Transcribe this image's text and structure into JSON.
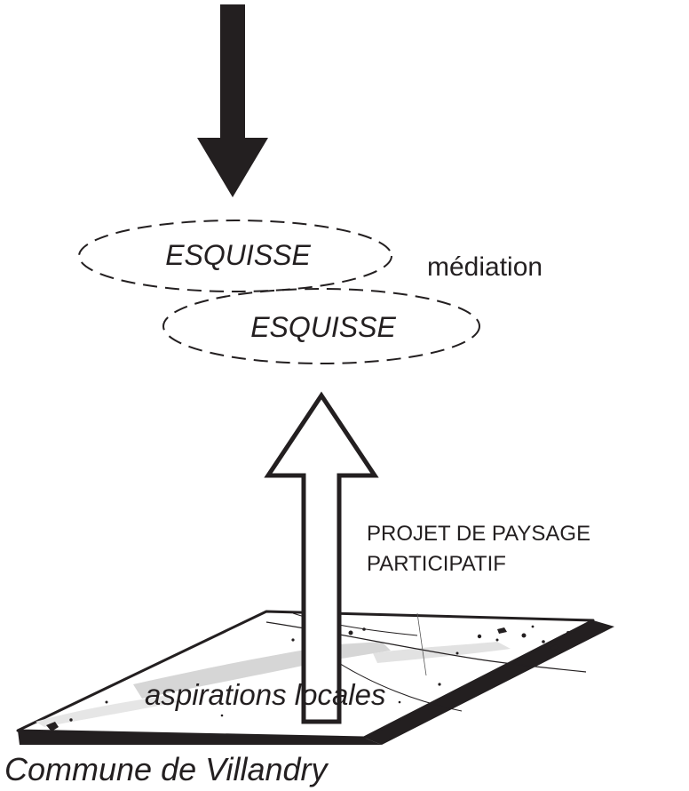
{
  "diagram": {
    "sketch_top_label": "ESQUISSE",
    "sketch_bottom_label": "ESQUISSE",
    "mediation_label": "médiation",
    "project_line1": "PROJET DE PAYSAGE",
    "project_line2": "PARTICIPATIF",
    "local_aspirations_label": "aspirations locales",
    "commune_label": "Commune de Villandry"
  },
  "colors": {
    "ink": "#231f20",
    "paper": "#ffffff",
    "map_shade": "#d6d6d6"
  }
}
